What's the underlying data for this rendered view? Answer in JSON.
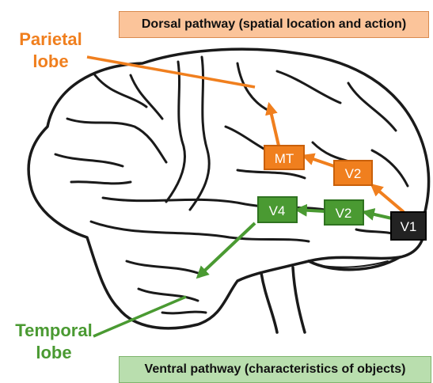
{
  "dorsal_banner": "Dorsal pathway (spatial location and action)",
  "ventral_banner": "Ventral pathway (characteristics of objects)",
  "parietal_label_line1": "Parietal",
  "parietal_label_line2": "lobe",
  "temporal_label_line1": "Temporal",
  "temporal_label_line2": "lobe",
  "nodes": {
    "v1": "V1",
    "v2_dorsal": "V2",
    "mt": "MT",
    "v2_ventral": "V2",
    "v4": "V4"
  },
  "colors": {
    "dorsal": "#f07f1e",
    "ventral": "#4a9a32",
    "v1": "#222222",
    "dorsal_banner_bg": "#fbc49a",
    "ventral_banner_bg": "#b9deae"
  }
}
